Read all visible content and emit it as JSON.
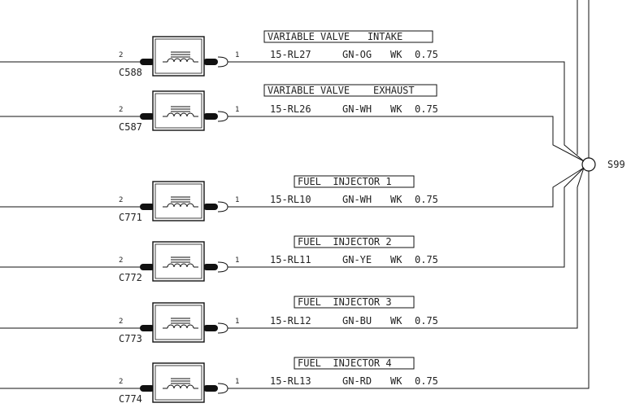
{
  "splice": {
    "label": "S99"
  },
  "components": [
    {
      "name": "VARIABLE VALVE   INTAKE",
      "connector": "C588",
      "pin_left": "2",
      "pin_right": "1",
      "circuit": "15-RL27",
      "color": "GN-OG",
      "type": "WK",
      "size": "0.75"
    },
    {
      "name": "VARIABLE VALVE    EXHAUST",
      "connector": "C587",
      "pin_left": "2",
      "pin_right": "1",
      "circuit": "15-RL26",
      "color": "GN-WH",
      "type": "WK",
      "size": "0.75"
    },
    {
      "name": "FUEL  INJECTOR 1",
      "connector": "C771",
      "pin_left": "2",
      "pin_right": "1",
      "circuit": "15-RL10",
      "color": "GN-WH",
      "type": "WK",
      "size": "0.75"
    },
    {
      "name": "FUEL  INJECTOR 2",
      "connector": "C772",
      "pin_left": "2",
      "pin_right": "1",
      "circuit": "15-RL11",
      "color": "GN-YE",
      "type": "WK",
      "size": "0.75"
    },
    {
      "name": "FUEL  INJECTOR 3",
      "connector": "C773",
      "pin_left": "2",
      "pin_right": "1",
      "circuit": "15-RL12",
      "color": "GN-BU",
      "type": "WK",
      "size": "0.75"
    },
    {
      "name": "FUEL  INJECTOR 4",
      "connector": "C774",
      "pin_left": "2",
      "pin_right": "1",
      "circuit": "15-RL13",
      "color": "GN-RD",
      "type": "WK",
      "size": "0.75"
    }
  ]
}
